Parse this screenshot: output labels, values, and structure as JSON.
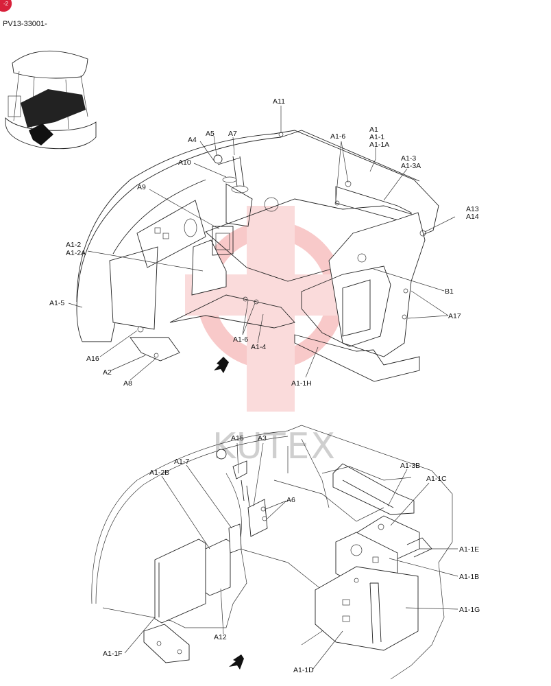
{
  "header": {
    "part_code": "PV13-33001-"
  },
  "watermark": {
    "text": "KUTEX",
    "color": "#f2a0a0"
  },
  "upper_labels": {
    "a11": "A11",
    "a1_group": [
      "A1",
      "A1-1",
      "A1-1A"
    ],
    "a1_6_top": "A1-6",
    "a1_3_group": [
      "A1-3",
      "A1-3A"
    ],
    "a5": "A5",
    "a7": "A7",
    "a4": "A4",
    "a10": "A10",
    "a9": "A9",
    "a13_group": [
      "A13",
      "A14"
    ],
    "a1_2_group": [
      "A1-2",
      "A1-2A"
    ],
    "b1": "B1",
    "a1_5": "A1-5",
    "a17": "A17",
    "a1_6_bottom": "A1-6",
    "a1_4": "A1-4",
    "a16": "A16",
    "a2": "A2",
    "a8": "A8",
    "a1_1h": "A1-1H"
  },
  "lower_labels": {
    "a15": "A15",
    "a3": "A3",
    "a1_7": "A1-7",
    "a1_3b": "A1-3B",
    "a1_2b": "A1-2B",
    "a1_1c": "A1-1C",
    "a6": "A6",
    "a1_1e": "A1-1E",
    "a1_1b": "A1-1B",
    "a1_1g": "A1-1G",
    "a12": "A12",
    "a1_1f": "A1-1F",
    "a1_1d": "A1-1D"
  },
  "icons": [
    "machine-thumbnail-icon",
    "front-direction-arrow-icon",
    "corner-badge-icon"
  ]
}
